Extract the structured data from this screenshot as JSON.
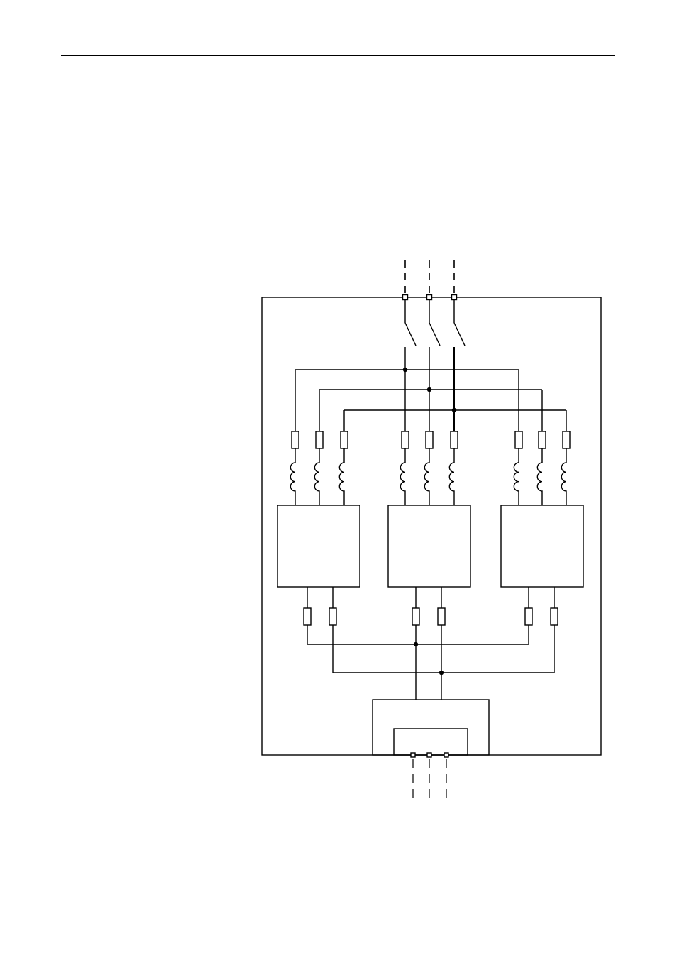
{
  "page": {
    "background": "#ffffff",
    "line_color": "#000000"
  },
  "diagram": {
    "type": "three-phase converter schematic",
    "input_phases": 3,
    "input_switches": 3,
    "converter_modules": 3,
    "fuses_per_module_input": 3,
    "reactors_per_module": 3,
    "fuses_per_module_output": 2,
    "output_terminals": 3,
    "labels": []
  }
}
